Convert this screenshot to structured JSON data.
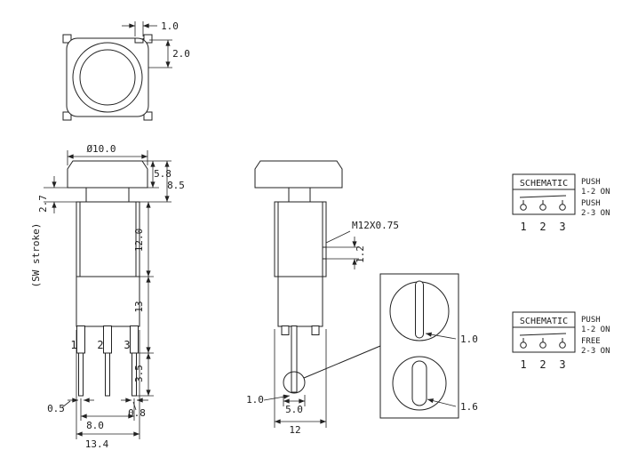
{
  "views": {
    "top_view": {
      "dims": {
        "corner": "1.0",
        "edge": "2.0"
      }
    },
    "front_view": {
      "stroke_note": "(SW stroke)",
      "pins": [
        "1",
        "2",
        "3"
      ],
      "dims": {
        "diameter": "Ø10.0",
        "cap_height": "5.8",
        "head_height": "8.5",
        "stroke": "2.7",
        "body_height": "12.0",
        "base_height": "13",
        "pin_length": "3.5",
        "pin_width": "0.5",
        "pin_pitch": "8.0",
        "total_width": "13.4",
        "pin_thickness": "0.8"
      }
    },
    "side_view": {
      "thread": "M12X0.75",
      "dims": {
        "groove": "1.2",
        "boss_offset": "1.0",
        "boss_dia": "5.0",
        "depth": "12"
      }
    },
    "detail_view": {
      "dims": {
        "slot_width": "1.0",
        "oval_width": "1.6"
      }
    }
  },
  "schematics": [
    {
      "title": "SCHEMATIC",
      "rows": [
        {
          "action": "PUSH",
          "result": "1-2 ON"
        },
        {
          "action": "PUSH",
          "result": "2-3 ON"
        }
      ],
      "pins": [
        "1",
        "2",
        "3"
      ]
    },
    {
      "title": "SCHEMATIC",
      "rows": [
        {
          "action": "PUSH",
          "result": "1-2 ON"
        },
        {
          "action": "FREE",
          "result": "2-3 ON"
        }
      ],
      "pins": [
        "1",
        "2",
        "3"
      ]
    }
  ]
}
